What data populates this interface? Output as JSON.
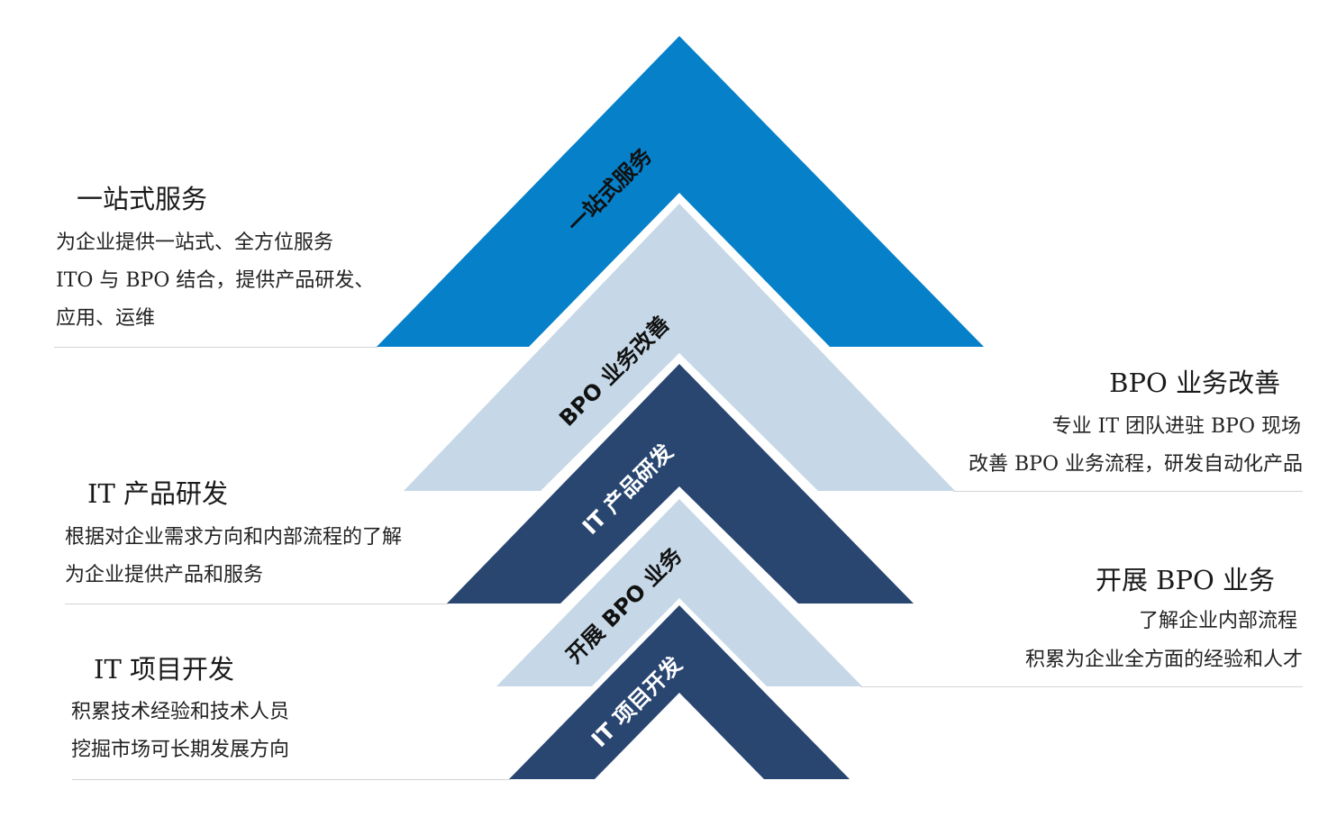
{
  "chevrons": [
    {
      "label": "一站式服务",
      "color": "#0580c9",
      "text_color": "#111111"
    },
    {
      "label": "BPO 业务改善",
      "color": "#c6d8e7",
      "text_color": "#111111"
    },
    {
      "label": "IT 产品研发",
      "color": "#294671",
      "text_color": "#ffffff"
    },
    {
      "label": "开展 BPO 业务",
      "color": "#c6d8e7",
      "text_color": "#111111"
    },
    {
      "label": "IT 项目开发",
      "color": "#294671",
      "text_color": "#ffffff"
    }
  ],
  "blocks": {
    "one_stop": {
      "title": "一站式服务",
      "lines": [
        "为企业提供一站式、全方位服务",
        "ITO 与 BPO 结合，提供产品研发、",
        "应用、运维"
      ]
    },
    "bpo_improve": {
      "title": "BPO 业务改善",
      "lines": [
        "专业 IT 团队进驻 BPO 现场",
        "改善 BPO 业务流程，研发自动化产品"
      ]
    },
    "it_product": {
      "title": "IT 产品研发",
      "lines": [
        "根据对企业需求方向和内部流程的了解",
        "为企业提供产品和服务"
      ]
    },
    "bpo_start": {
      "title": "开展 BPO 业务",
      "lines": [
        "了解企业内部流程",
        "积累为企业全方面的经验和人才"
      ]
    },
    "it_project": {
      "title": "IT 项目开发",
      "lines": [
        "积累技术经验和技术人员",
        "挖掘市场可长期发展方向"
      ]
    }
  }
}
